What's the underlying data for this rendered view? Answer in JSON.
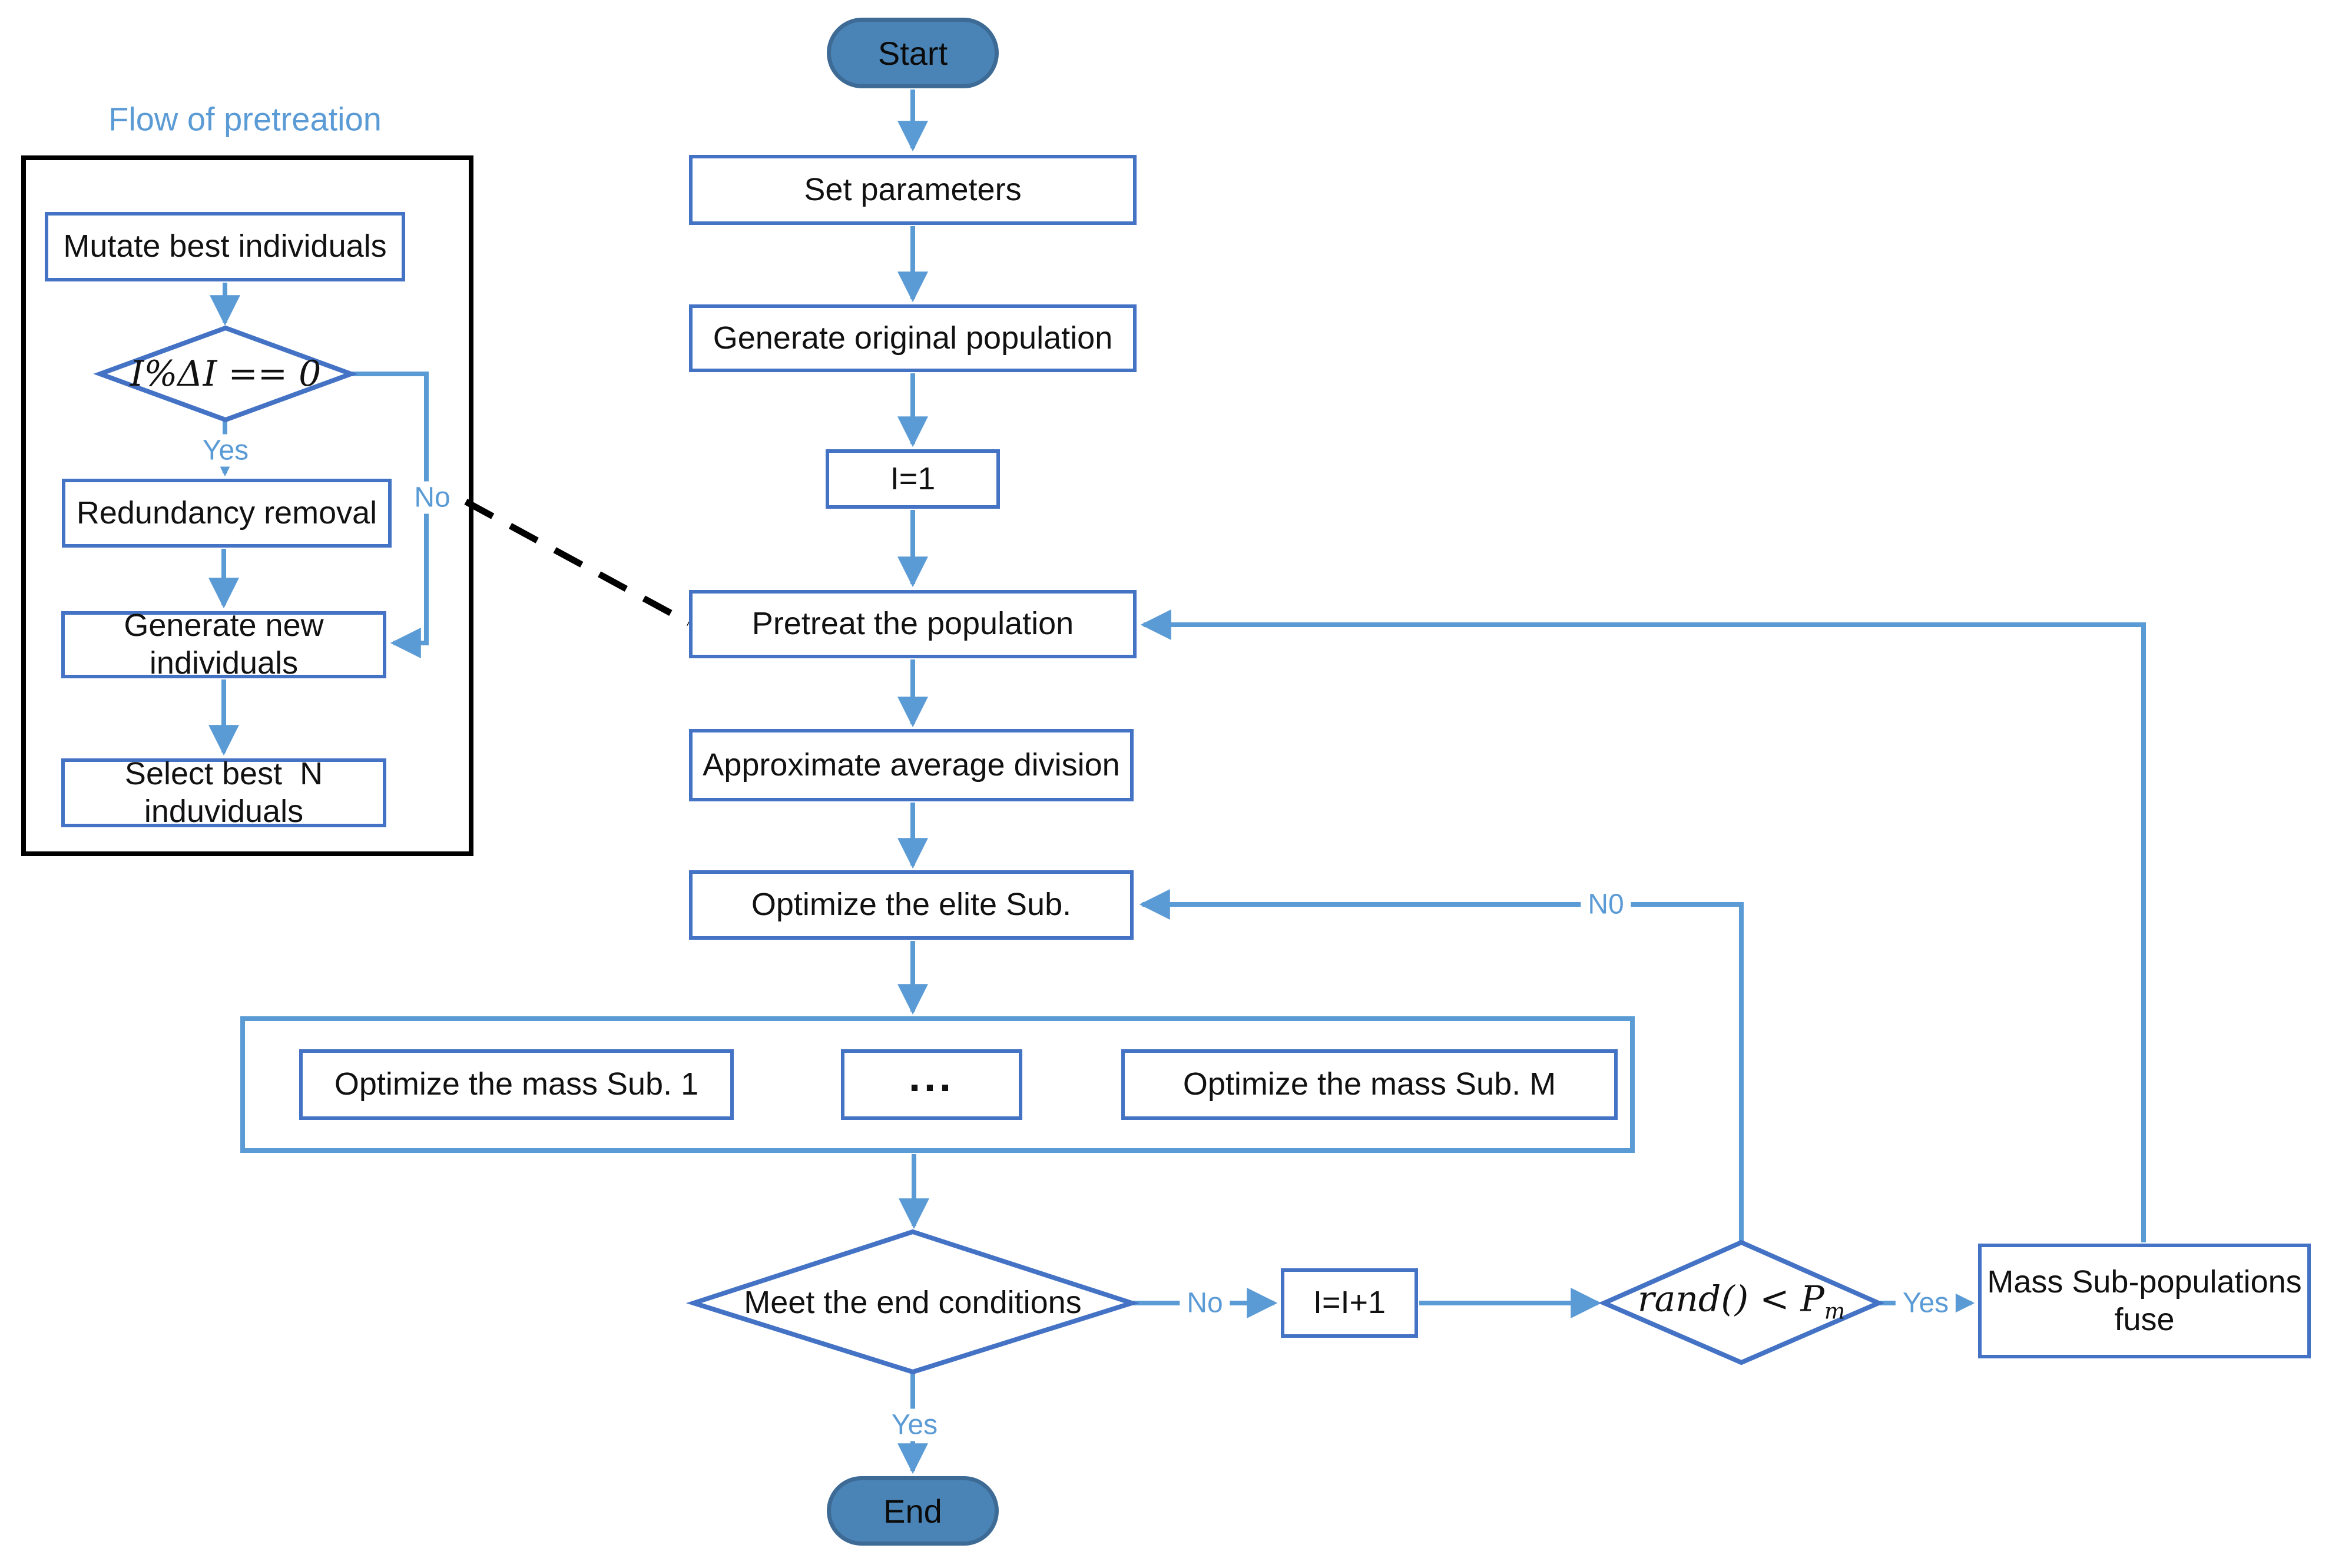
{
  "colors": {
    "node_border": "#4472C4",
    "connector": "#5B9BD5",
    "terminal_fill": "#4A84B6",
    "terminal_border": "#3D6B96",
    "detail_panel_border": "#000000",
    "label_text": "#5B9BD5",
    "node_text": "#111111"
  },
  "left_panel": {
    "title": "Flow of pretreation",
    "mutate": "Mutate best individuals",
    "condition": "I%ΔI == 0",
    "yes_label": "Yes",
    "no_label": "No",
    "redundancy": "Redundancy removal",
    "generate_new": "Generate new\nindividuals",
    "select_best": "Select best  N\ninduviduals"
  },
  "main_flow": {
    "start": "Start",
    "set_parameters": "Set parameters",
    "generate_population": "Generate original population",
    "init_counter": "I=1",
    "pretreat": "Pretreat the population",
    "approximate": "Approximate average division",
    "optimize_elite": "Optimize the elite Sub.",
    "optimize_mass_1": "Optimize the mass Sub. 1",
    "ellipsis": "...",
    "optimize_mass_M": "Optimize the mass Sub. M",
    "end_condition": "Meet the end conditions",
    "no_label": "No",
    "increment": "I=I+1",
    "rand_condition": {
      "main": "rand() < P",
      "sub": "m"
    },
    "yes_label": "Yes",
    "fuse": "Mass Sub-populations\nfuse",
    "n0_label": "N0",
    "end_yes_label": "Yes",
    "end": "End"
  }
}
